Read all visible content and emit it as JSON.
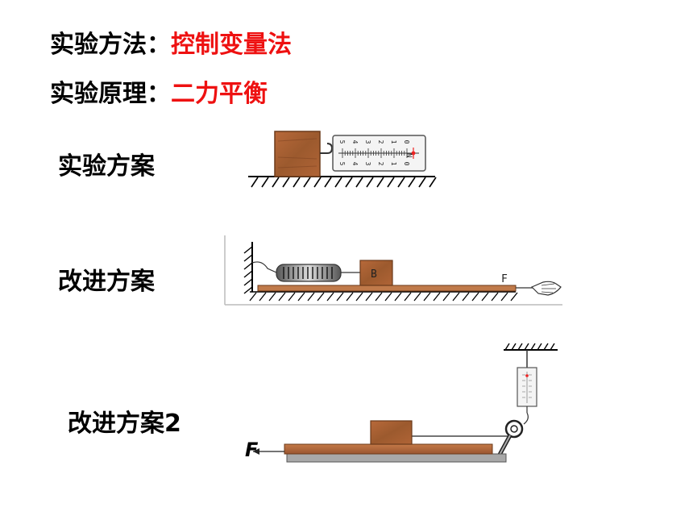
{
  "header": {
    "method_label": "实验方法：",
    "method_value": "控制变量法",
    "principle_label": "实验原理：",
    "principle_value": "二力平衡"
  },
  "schemes": [
    {
      "label": "实验方案"
    },
    {
      "label": "改进方案"
    },
    {
      "label": "改进方案2"
    }
  ],
  "diagram1": {
    "scale_top": [
      "0",
      "1",
      "2",
      "3",
      "4",
      "5"
    ],
    "scale_bottom": [
      "0",
      "1",
      "2",
      "3",
      "4",
      "5"
    ],
    "unit": "N"
  },
  "diagram2": {
    "block_label": "B",
    "force_label": "F"
  },
  "diagram3": {
    "force_label": "F"
  },
  "colors": {
    "accent_red": "#ee1111",
    "wood": "#a0522d"
  }
}
